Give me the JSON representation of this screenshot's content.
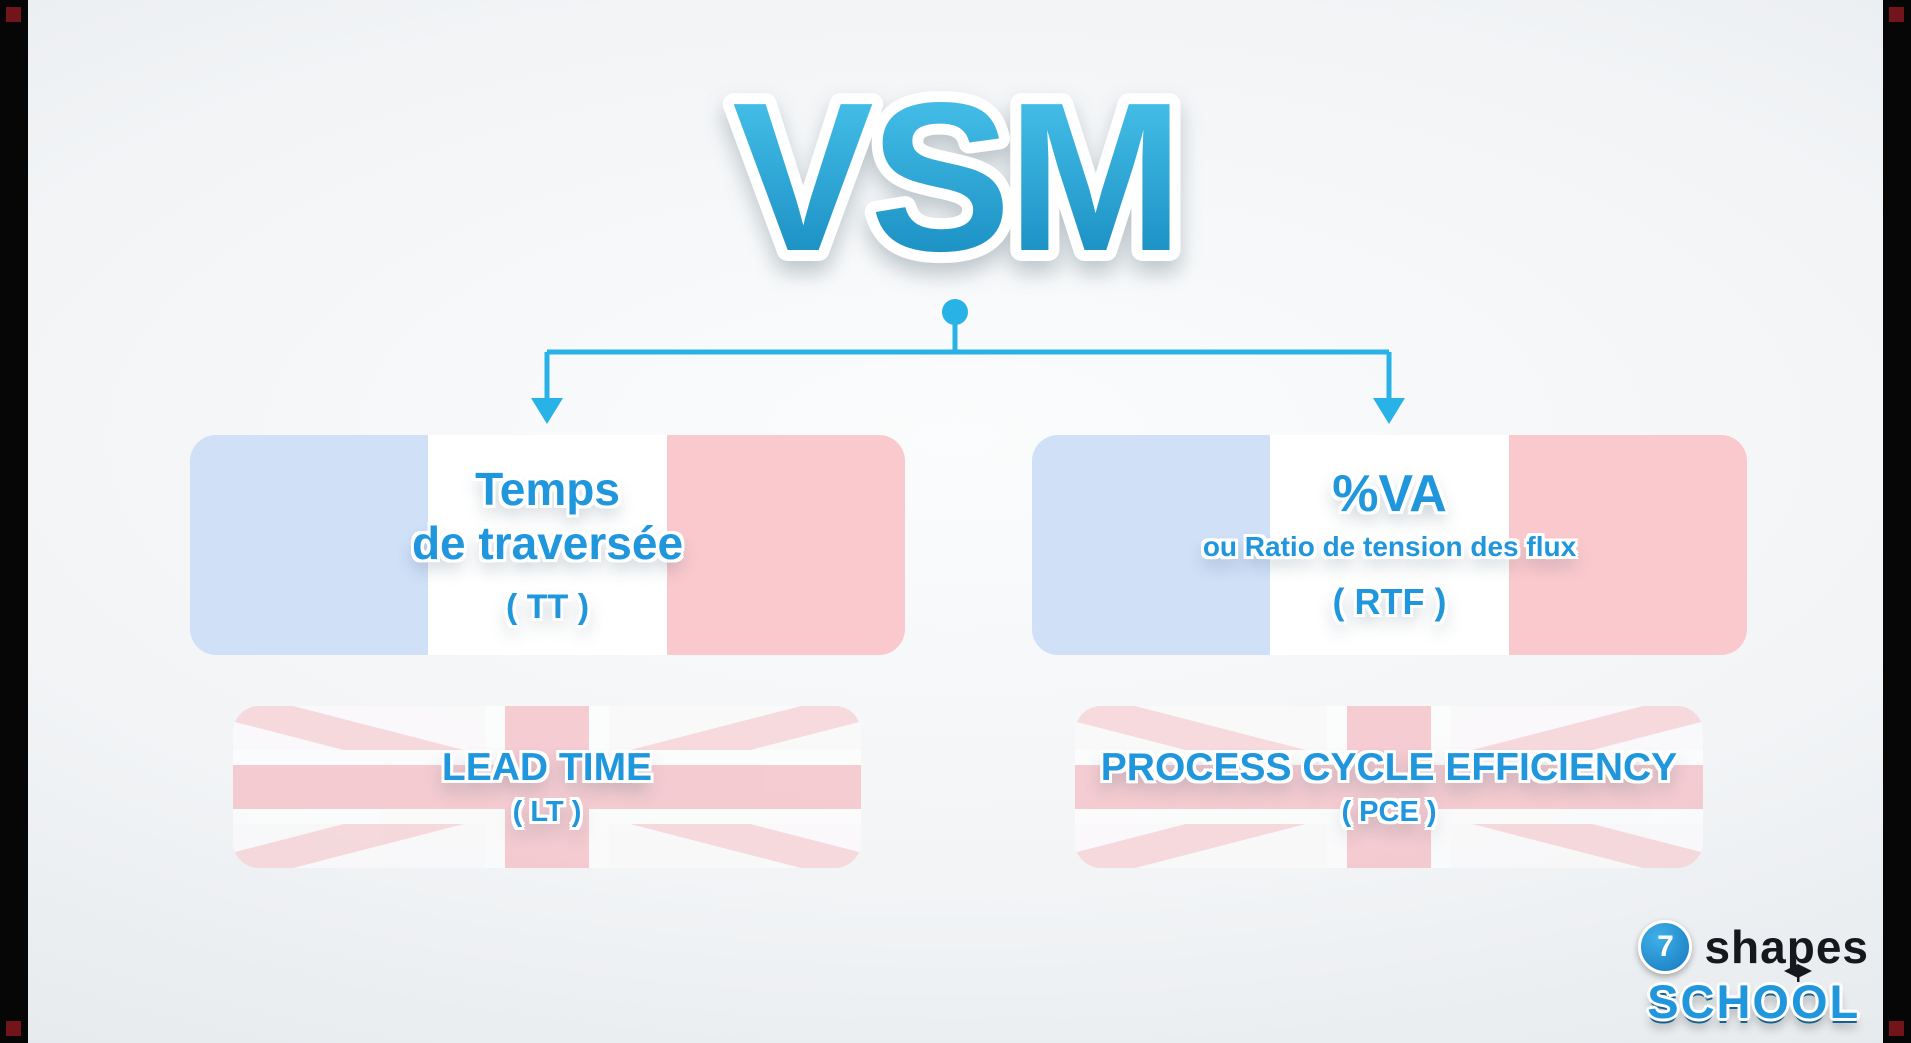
{
  "title": "VSM",
  "left": {
    "fr": {
      "line1": "Temps",
      "line2": "de traversée",
      "abbr": "( TT )"
    },
    "en": {
      "title": "LEAD TIME",
      "abbr": "( LT )"
    }
  },
  "right": {
    "fr": {
      "line1": "%VA",
      "line2": "ou Ratio de tension des flux",
      "abbr": "( RTF )"
    },
    "en": {
      "title": "PROCESS CYCLE EFFICIENCY",
      "abbr": "( PCE )"
    }
  },
  "logo": {
    "badge": "7",
    "name": "shapes",
    "sub": "SCHOOL"
  },
  "colors": {
    "accent": "#29b2e5",
    "text-blue": "#2096dd",
    "title-top": "#4ec9f0",
    "title-bottom": "#1286bc",
    "flag-blue": "#cfe0f7",
    "flag-pink": "#f9c9cd",
    "uk-pink": "#f4b2ba",
    "uk-pink-light": "#f7c9ce",
    "logo-blue": "#1f8fd0"
  }
}
